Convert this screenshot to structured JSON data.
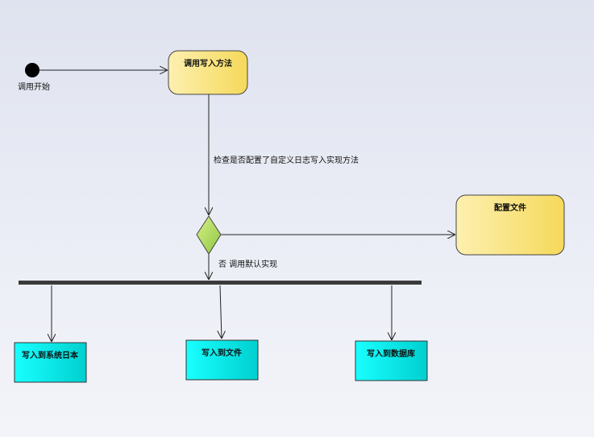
{
  "diagram": {
    "start_label": "调用开始",
    "activities": {
      "invoke_write": "调用写入方法",
      "config_file": "配置文件",
      "write_syslog": "写入到系统日本",
      "write_file": "写入到文件",
      "write_db": "写入到数据库"
    },
    "edges": {
      "check_label": "检查是否配置了自定义日志写入实现方法",
      "else_label": "否 调用默认实现"
    },
    "colors": {
      "activity_yellow_start": "#fdf0b0",
      "activity_yellow_end": "#f5d95a",
      "activity_cyan_start": "#19ffff",
      "activity_cyan_end": "#00cfcf",
      "decision_start": "#d8f08a",
      "decision_end": "#8cc63f",
      "fork_bar": "#3a3a3a",
      "line": "#222222"
    }
  }
}
